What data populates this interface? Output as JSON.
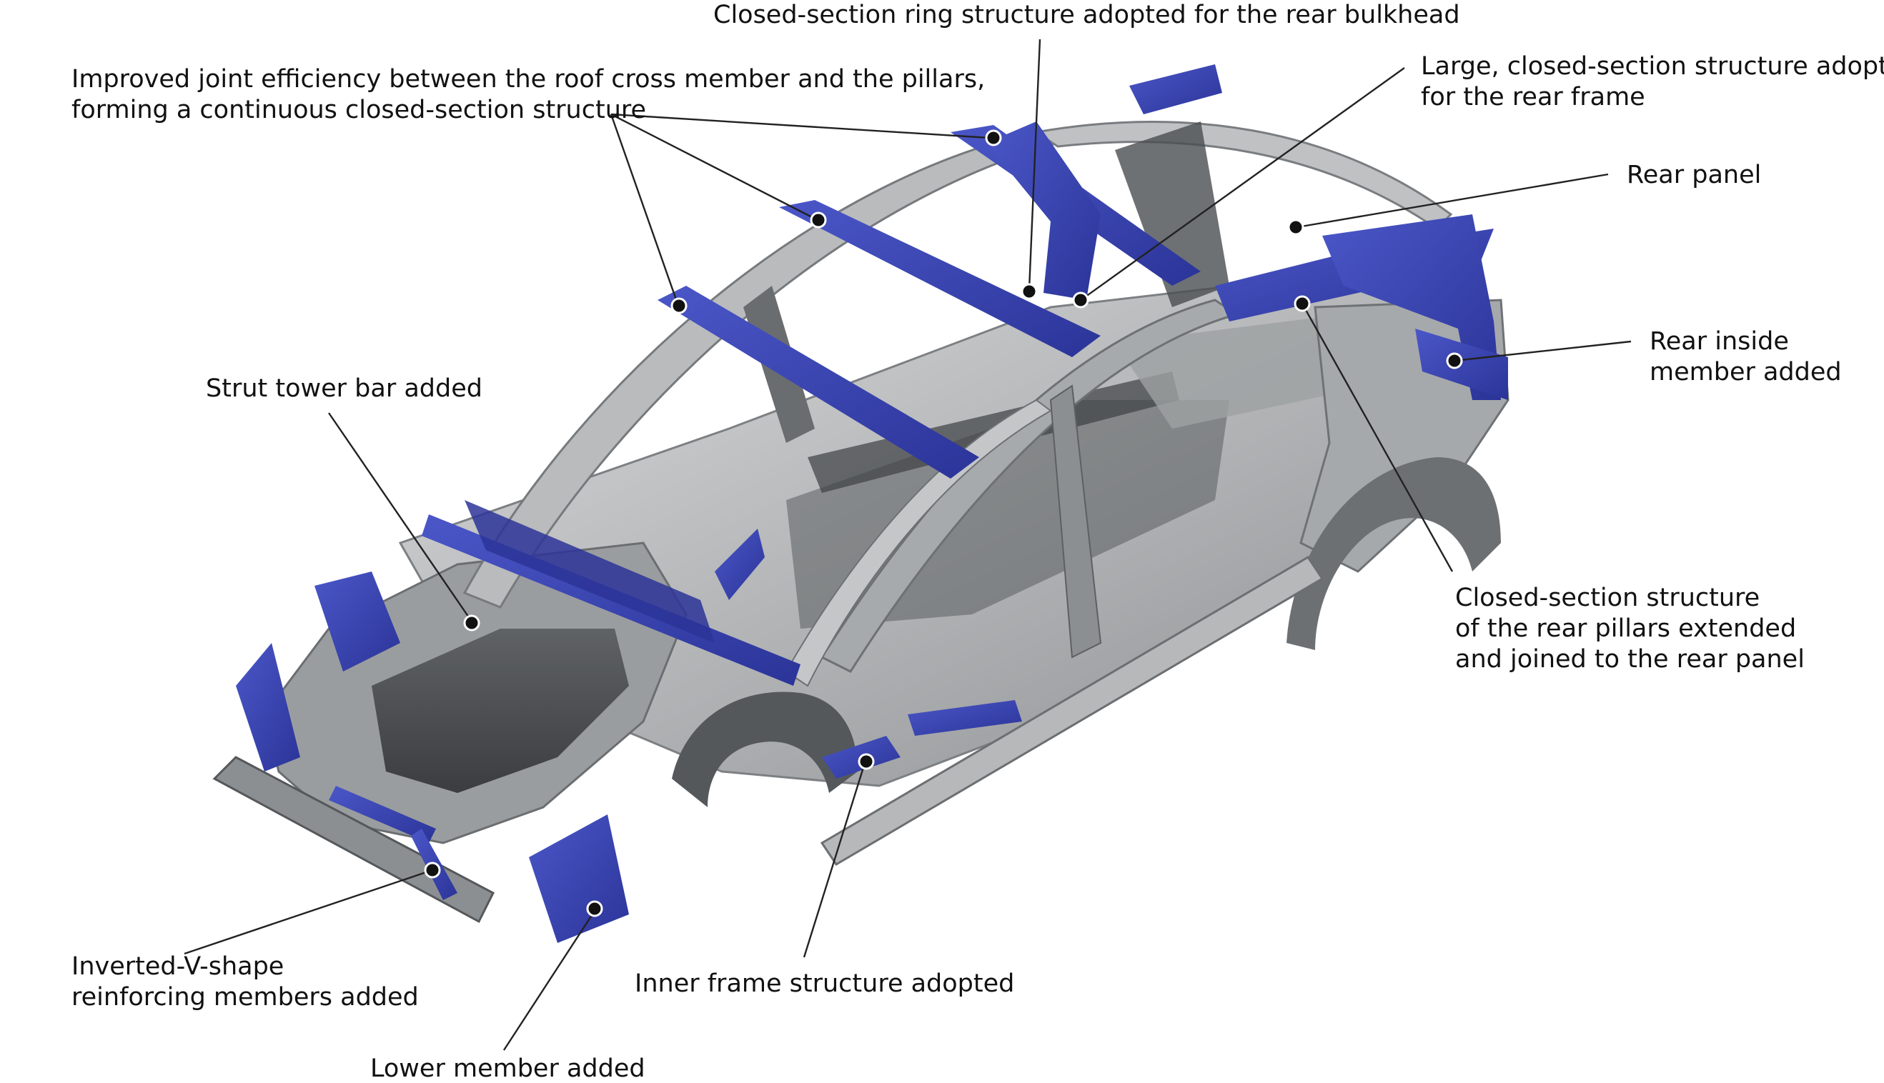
{
  "callouts": [
    {
      "id": "roof-joint",
      "lines": [
        "Improved joint efficiency between the roof cross member and the pillars,",
        "forming a continuous closed-section structure"
      ]
    },
    {
      "id": "rear-bulkhead",
      "lines": [
        "Closed-section ring structure adopted for the rear bulkhead"
      ]
    },
    {
      "id": "rear-frame",
      "lines": [
        "Large, closed-section structure adopted",
        "for the rear frame"
      ]
    },
    {
      "id": "rear-panel",
      "lines": [
        "Rear panel"
      ]
    },
    {
      "id": "rear-inside-member",
      "lines": [
        "Rear inside",
        "member added"
      ]
    },
    {
      "id": "rear-pillars",
      "lines": [
        "Closed-section structure",
        "of the rear pillars extended",
        "and joined to the rear panel"
      ]
    },
    {
      "id": "strut-tower-bar",
      "lines": [
        "Strut tower bar added"
      ]
    },
    {
      "id": "inverted-v",
      "lines": [
        "Inverted-V-shape",
        "reinforcing members added"
      ]
    },
    {
      "id": "inner-frame",
      "lines": [
        "Inner frame structure adopted"
      ]
    },
    {
      "id": "lower-member",
      "lines": [
        "Lower member added"
      ]
    }
  ],
  "colors": {
    "reinforcement": "#3a46b4",
    "reinforcement_dark": "#232c8a",
    "body_light": "#c9cbcd",
    "body_mid": "#8f9295",
    "body_dark": "#3b3d40",
    "line": "#222222"
  }
}
